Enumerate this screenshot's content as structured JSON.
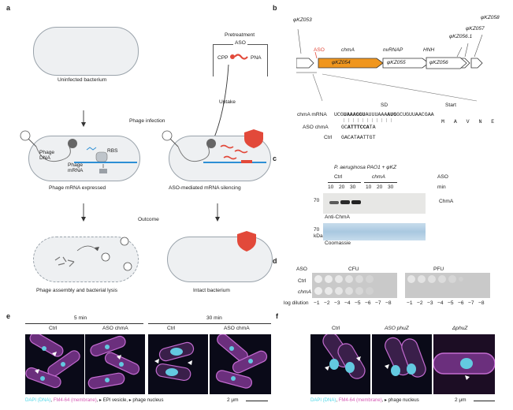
{
  "panel_a": {
    "label": "a",
    "uninfected": "Uninfected bacterium",
    "pretreatment": "Pretreatment",
    "aso": "ASO",
    "cpp": "CPP",
    "pna": "PNA",
    "uptake": "Uptake",
    "phage_infection": "Phage infection",
    "phage_dna": "Phage\nDNA",
    "phage_mrna": "Phage\nmRNA",
    "rbs": "RBS",
    "expressed": "Phage mRNA expressed",
    "silencing": "ASO-mediated mRNA silencing",
    "outcome": "Outcome",
    "lysis": "Phage assembly and bacterial lysis",
    "intact": "Intact bacterium"
  },
  "panel_b": {
    "label": "b",
    "genes_top": [
      "φKZ053",
      "φKZ057",
      "φKZ058",
      "φKZ056.1"
    ],
    "aso": "ASO",
    "chmA": "chmA",
    "nvRNAP": "nvRNAP",
    "HNH": "HNH",
    "kz054": "φKZ054",
    "kz055": "φKZ055",
    "kz056": "φKZ056",
    "sd": "SD",
    "start": "Start",
    "mrna_label": "chmA mRNA",
    "mrna_seq_pre": "UCG",
    "mrna_seq_bold": "UAAAGGU",
    "mrna_seq_mid": "AUUUAAA",
    "mrna_seq_start": "AUG",
    "mrna_seq_post": "GCUGUUAACGAA",
    "aa": "M   A   V   N   E",
    "aso_label": "ASO chmA",
    "aso_seq_pre": "GC",
    "aso_seq_bold": "ATTTCCA",
    "aso_seq_post": "TA",
    "ctrl_label": "Ctrl",
    "ctrl_seq": "GACATAATTGT"
  },
  "panel_c": {
    "label": "c",
    "title": "P. aeruginosa PAO1 + φKZ",
    "ctrl": "Ctrl",
    "chmA": "chmA",
    "aso": "ASO",
    "min_values": [
      "10",
      "20",
      "30",
      "10",
      "20",
      "30"
    ],
    "min": "min",
    "mw1": "70",
    "chmA_band": "ChmA",
    "anti": "Anti-ChmA",
    "mw2": "70",
    "kda": "kDa",
    "coomassie": "Coomassie"
  },
  "panel_d": {
    "label": "d",
    "aso": "ASO",
    "cfu": "CFU",
    "pfu": "PFU",
    "ctrl": "Ctrl",
    "chmA": "chmA",
    "log_dilution": "log dilution",
    "dilutions_cfu": [
      "−1",
      "−2",
      "−3",
      "−4",
      "−5",
      "−6",
      "−7",
      "−8"
    ],
    "dilutions_pfu": [
      "−1",
      "−2",
      "−3",
      "−4",
      "−5",
      "−6",
      "−7",
      "−8"
    ]
  },
  "panel_e": {
    "label": "e",
    "time1": "5 min",
    "time2": "30 min",
    "col1": "Ctrl",
    "col2": "ASO chmA",
    "col3": "Ctrl",
    "col4": "ASO chmA",
    "legend_dapi": "DAPI (DNA)",
    "legend_sep": ", ",
    "legend_fm": "FM4-64 (membrane)",
    "legend_rest": ", ▸ EPI vesicle, ▸ phage nucleus",
    "scale": "2 μm"
  },
  "panel_f": {
    "label": "f",
    "col1": "Ctrl",
    "col2": "ASO phuZ",
    "col3": "ΔphuZ",
    "legend_dapi": "DAPI (DNA)",
    "legend_fm": "FM4-64 (membrane)",
    "legend_rest": ", ▸ phage nucleus",
    "scale": "2 μm"
  },
  "colors": {
    "dapi": "#4fd8e8",
    "fm": "#d65bb5",
    "gene_orange": "#f0961e",
    "aso_red": "#e2493a",
    "blue": "#2d8fd5"
  }
}
